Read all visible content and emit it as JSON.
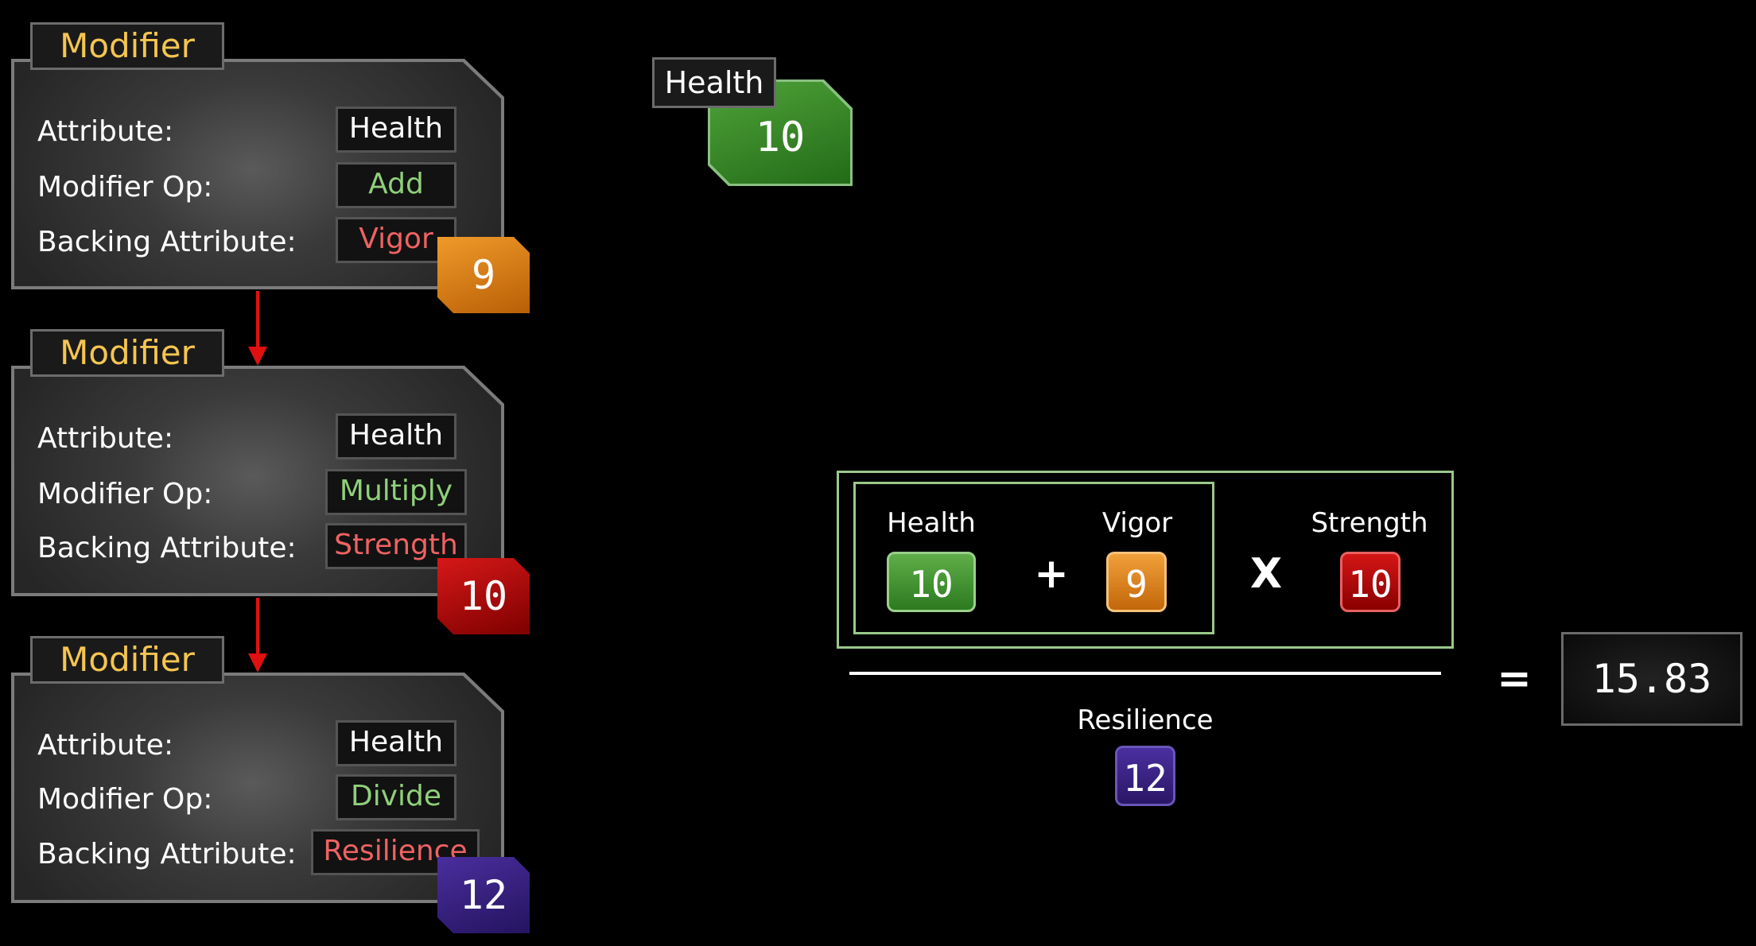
{
  "modifiers": [
    {
      "title": "Modifier",
      "attribute_label": "Attribute:",
      "attribute_value": "Health",
      "op_label": "Modifier Op:",
      "op_value": "Add",
      "backing_label": "Backing Attribute:",
      "backing_value": "Vigor",
      "badge_value": "9",
      "badge_color": "#e88a1e"
    },
    {
      "title": "Modifier",
      "attribute_label": "Attribute:",
      "attribute_value": "Health",
      "op_label": "Modifier Op:",
      "op_value": "Multiply",
      "backing_label": "Backing Attribute:",
      "backing_value": "Strength",
      "badge_value": "10",
      "badge_color": "#c00e0e"
    },
    {
      "title": "Modifier",
      "attribute_label": "Attribute:",
      "attribute_value": "Health",
      "op_label": "Modifier Op:",
      "op_value": "Divide",
      "backing_label": "Backing Attribute:",
      "backing_value": "Resilience",
      "badge_value": "12",
      "badge_color": "#3a2488"
    }
  ],
  "health_chip": {
    "label": "Health",
    "value": "10",
    "color": "#3a8c2c"
  },
  "formula": {
    "terms": [
      {
        "label": "Health",
        "value": "10"
      },
      {
        "label": "Vigor",
        "value": "9"
      },
      {
        "label": "Strength",
        "value": "10"
      }
    ],
    "plus": "+",
    "times": "X",
    "denominator": {
      "label": "Resilience",
      "value": "12"
    },
    "equals": "=",
    "result": "15.83"
  },
  "colors": {
    "title_gold": "#f5c550",
    "op_green": "#8fd07a",
    "backing_red": "#ef6262",
    "arrow_red": "#e01010",
    "formula_border": "#9ac88a"
  }
}
